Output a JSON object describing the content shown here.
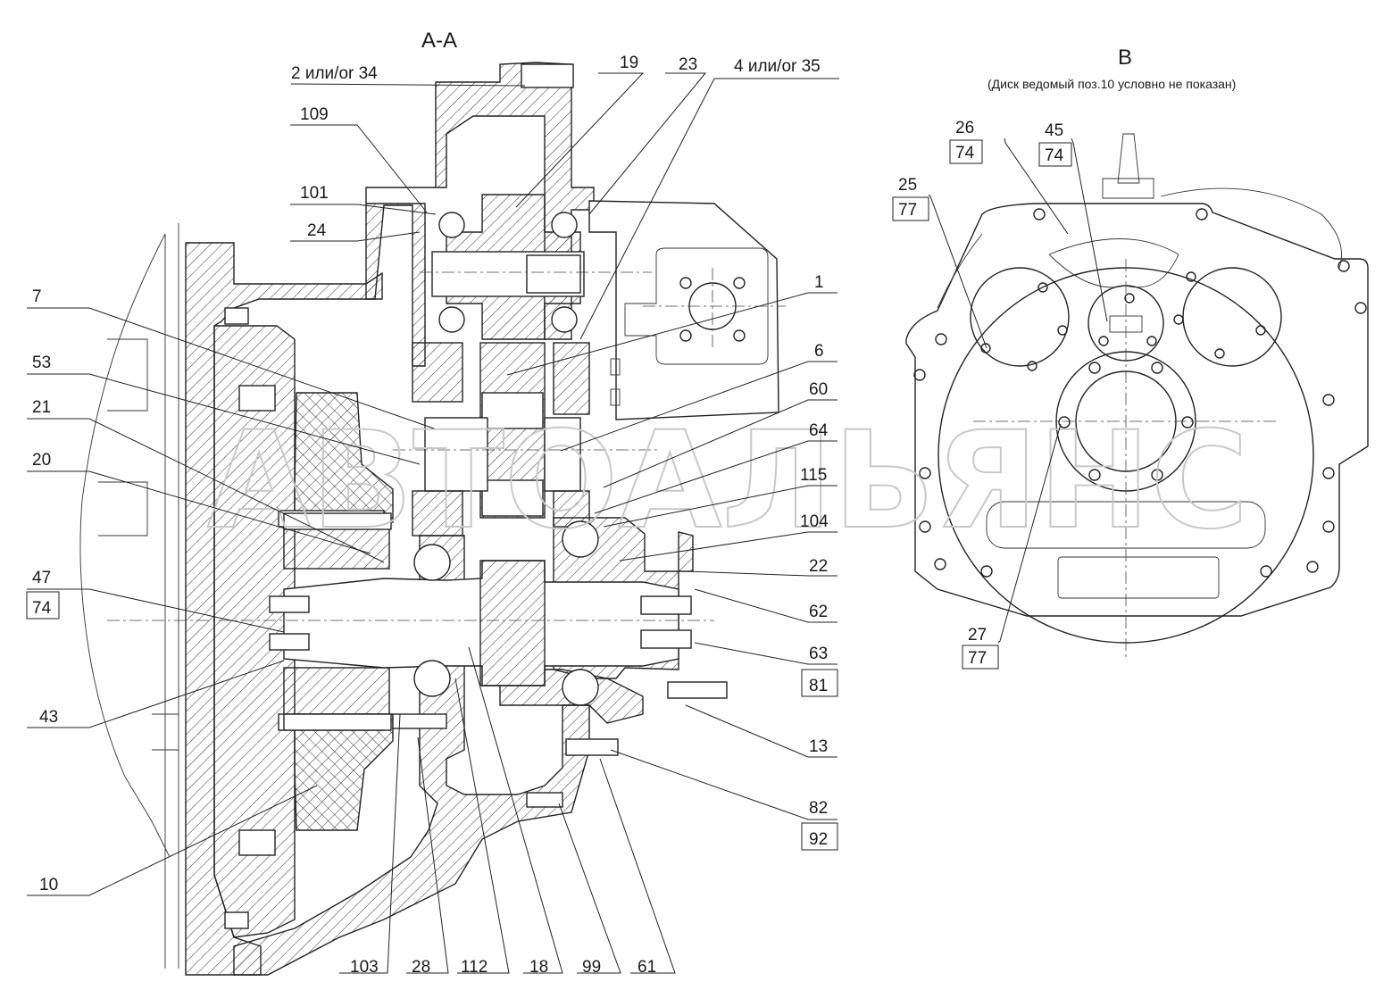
{
  "section_title": "А-А",
  "view": {
    "title": "В",
    "note": "(Диск ведомый поз.10 условно не показан)"
  },
  "watermark": "АВТОАЛЬЯНС",
  "callouts_left": {
    "c34": "2 или/or  34",
    "c109": "109",
    "c101": "101",
    "c24": "24",
    "c7": "7",
    "c53": "53",
    "c21": "21",
    "c20": "20",
    "c47": "47",
    "c74": "74",
    "c43": "43",
    "c10": "10"
  },
  "callouts_top": {
    "c19": "19",
    "c23": "23",
    "c35": "4 или/or  35"
  },
  "callouts_right": {
    "c1": "1",
    "c6": "6",
    "c60": "60",
    "c64": "64",
    "c115": "115",
    "c104": "104",
    "c22": "22",
    "c62": "62",
    "c63": "63",
    "c81": "81",
    "c13": "13",
    "c82": "82",
    "c92": "92"
  },
  "callouts_bottom": {
    "c103": "103",
    "c28": "28",
    "c112": "112",
    "c18": "18",
    "c99": "99",
    "c61": "61"
  },
  "callouts_view": {
    "c26": "26",
    "c26b": "74",
    "c45": "45",
    "c45b": "74",
    "c25": "25",
    "c25b": "77",
    "c27": "27",
    "c27b": "77"
  }
}
